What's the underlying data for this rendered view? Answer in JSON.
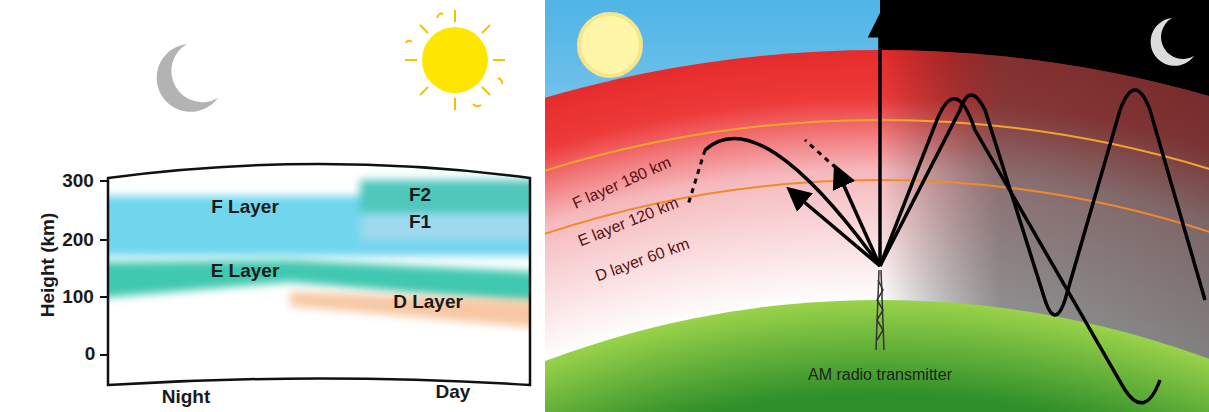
{
  "diagram": {
    "nodes": [
      {
        "text": [
          "F2"
        ]
      },
      {
        "text": [
          "F1"
        ]
      },
      {
        "text": [
          "F Layer"
        ]
      },
      {
        "text": [
          "E Layer"
        ]
      },
      {
        "text": [
          "D Layer"
        ]
      }
    ],
    "labels": [
      "Height (km)",
      "300",
      "200",
      "100",
      "0",
      "Night",
      "Day",
      "F layer 180 km",
      "E layer 120 km",
      "D layer 60 km",
      "AM radio transmitter"
    ]
  }
}
